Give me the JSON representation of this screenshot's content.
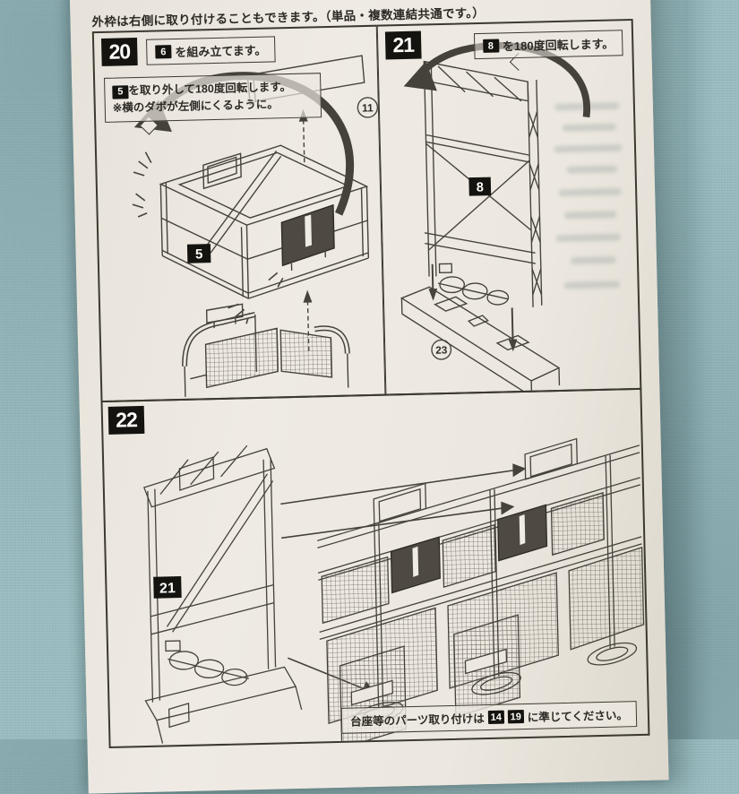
{
  "colors": {
    "fabric": "#9abcc0",
    "paper": "#ece8e0",
    "line_art": "#45423b",
    "badge_bg": "#14130f",
    "badge_fg": "#fdfdfb"
  },
  "top_note": "外枠は右側に取り付けることもできます。（単品・複数連結共通です。）",
  "step20": {
    "badge": "20",
    "inst_ref": "6",
    "inst_text": "を組み立てます。",
    "note_ref": "5",
    "note_text1": "を取り外して180度回転します。",
    "note_text2": "※横のダボが左側にくるように。",
    "assembly_label": "5",
    "plate_label": "11"
  },
  "step21": {
    "badge": "21",
    "inst_ref": "8",
    "inst_text": "を180度回転します。",
    "frame_label": "8",
    "rail_label": "23"
  },
  "step22": {
    "badge": "22",
    "frame_label": "21",
    "footer_pre": "台座等のパーツ取り付けは",
    "footer_ref1": "14",
    "footer_ref2": "19",
    "footer_post": "に準じてください。"
  }
}
